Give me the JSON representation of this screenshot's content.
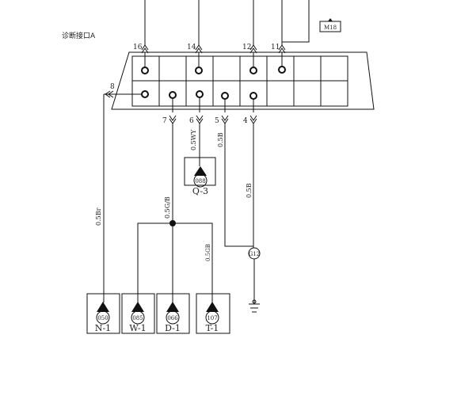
{
  "connector": {
    "title": "诊断接口A",
    "tag": "M18"
  },
  "pins": {
    "p16": "16",
    "p14": "14",
    "p12": "12",
    "p11": "11",
    "p8": "8",
    "p7": "7",
    "p6": "6",
    "p5": "5",
    "p4": "4"
  },
  "wires": {
    "w6": "0.5WY",
    "w5": "0.5B",
    "w4": "0.5B",
    "w8": "0.5Br",
    "w7": "0.5G/B",
    "w_t1": "0.5GB"
  },
  "grounds": {
    "q3": {
      "code": "088",
      "label": "Q-3"
    },
    "n1": {
      "code": "050",
      "label": "N-1"
    },
    "w1": {
      "code": "085",
      "label": "W-1"
    },
    "d1": {
      "code": "066",
      "label": "D-1"
    },
    "t1": {
      "code": "107",
      "label": "T-1"
    },
    "g12": {
      "code": "G12"
    }
  }
}
